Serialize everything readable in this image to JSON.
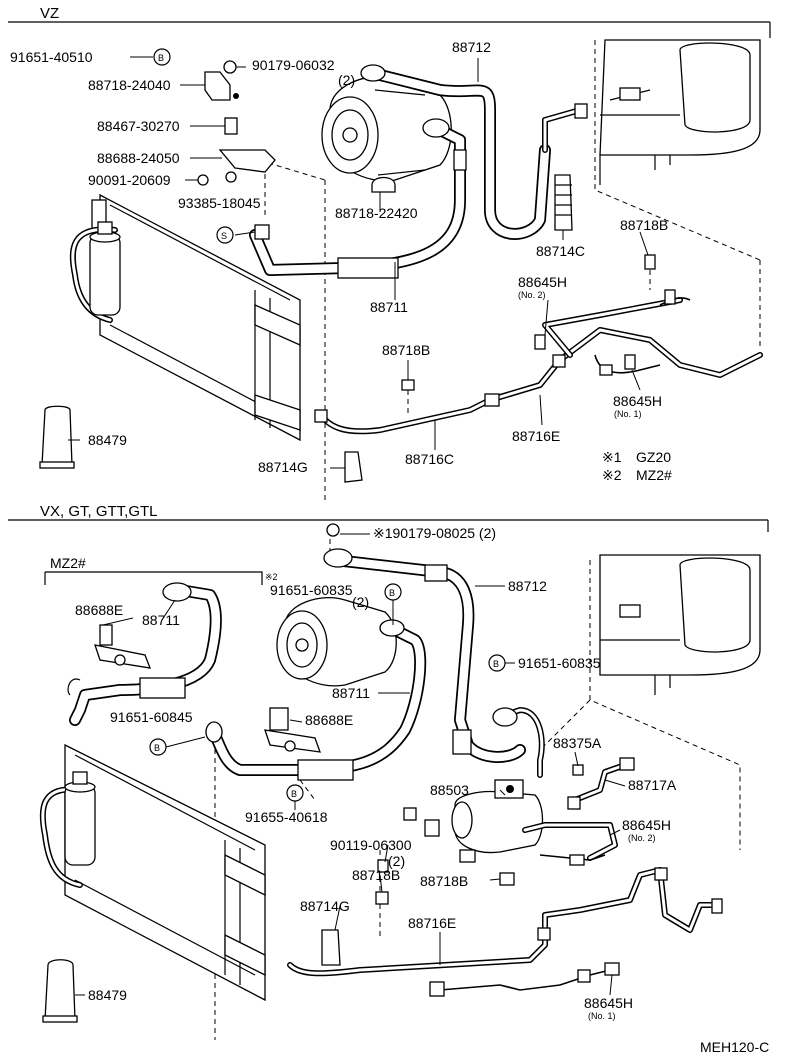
{
  "sections": {
    "vz": {
      "title": "VZ"
    },
    "vx": {
      "title": "VX, GT, GTT,GTL"
    },
    "mz2": {
      "title": "MZ2#",
      "mark": "※2"
    }
  },
  "badges": {
    "b": "B",
    "s": "S"
  },
  "notes": {
    "n1_mark": "※1",
    "n1_text": "GZ20",
    "n2_mark": "※2",
    "n2_text": "MZ2#"
  },
  "labels": {
    "t1": {
      "p1": "91651-40510",
      "p2": "90179-06032",
      "p2b": "(2)",
      "p3": "88718-24040",
      "p4": "88467-30270",
      "p5": "88688-24050",
      "p6": "90091-20609",
      "p7": "93385-18045",
      "p8": "88718-22420",
      "p9": "88712",
      "p10": "88714C",
      "p11": "88718B",
      "p12": "88645H",
      "p12b": "(No. 2)",
      "p13": "88711",
      "p14": "88718B",
      "p15": "88645H",
      "p15b": "(No. 1)",
      "p16": "88716E",
      "p17": "88479",
      "p18": "88714G",
      "p19": "88716C"
    },
    "t2": {
      "p1": "※190179-08025 (2)",
      "p2": "88712",
      "p3": "88688E",
      "p4": "88711",
      "p5": "91651-60835",
      "p5b": "(2)",
      "p6": "91651-60835",
      "p7": "88711",
      "p8": "91651-60845",
      "p9": "88688E",
      "p10": "88375A",
      "p11": "88503",
      "p12": "88717A",
      "p13": "91655-40618",
      "p14": "90119-06300",
      "p14b": "(2)",
      "p15": "88645H",
      "p15b": "(No. 2)",
      "p16": "88718B",
      "p17": "88718B",
      "p18": "88714G",
      "p19": "88716E",
      "p20": "88479",
      "p21": "88645H",
      "p21b": "(No. 1)"
    }
  },
  "footer": {
    "code": "MEH120-C"
  }
}
